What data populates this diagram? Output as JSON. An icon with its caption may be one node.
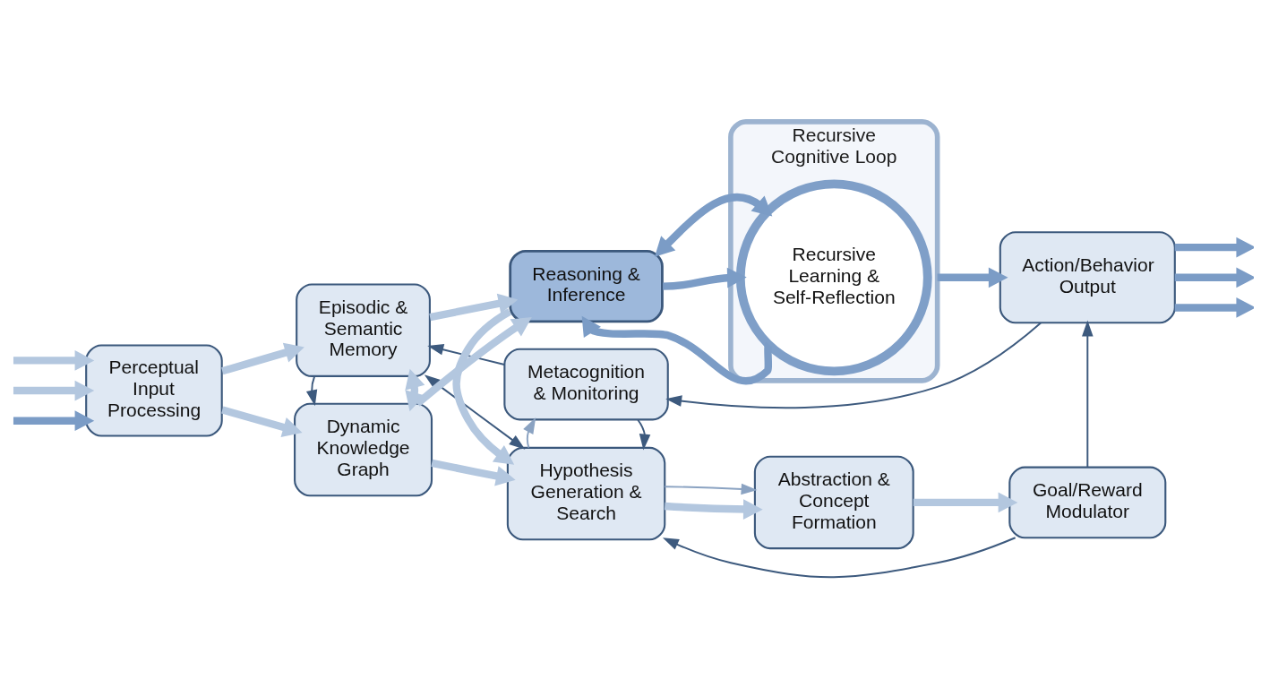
{
  "diagram": {
    "nodes": [
      {
        "text": [
          "Metacognition & Monitoring"
        ]
      },
      {
        "text": [
          "Episodic & Semantic Memory"
        ]
      },
      {
        "text": [
          "Recursive Cognitive Loop"
        ]
      },
      {
        "text": [
          "Perceptual Input Processing"
        ]
      },
      {
        "text": [
          "Reasoning & Inference"
        ]
      },
      {
        "text": [
          "Recursive Learning & Self-Reflection"
        ],
        "in": 2
      },
      {
        "text": [
          "Action/Behavior Output"
        ]
      },
      {
        "text": [
          "Dynamic Knowledge Graph"
        ]
      },
      {
        "text": [
          "Hypothesis Generation & Search"
        ]
      },
      {
        "text": [
          "Abstraction & Concept Formation"
        ]
      },
      {
        "text": [
          "Goal/Reward Modulator"
        ]
      }
    ],
    "edges": [
      {
        "from": null,
        "to": 3,
        "arrow": "to"
      },
      {
        "from": null,
        "to": 3,
        "arrow": "to"
      },
      {
        "from": null,
        "to": 3,
        "arrow": "to",
        "color": "#7b9cc6"
      },
      {
        "from": 3,
        "to": 1,
        "arrow": "to"
      },
      {
        "from": 3,
        "to": 7,
        "arrow": "to"
      },
      {
        "from": 0,
        "to": 1,
        "arrow": "to",
        "color": "#3d5a7e"
      },
      {
        "from": 1,
        "to": 7,
        "arrow": "both"
      },
      {
        "from": 1,
        "to": 4,
        "arrow": "to"
      },
      {
        "from": 7,
        "to": 4,
        "arrow": "to"
      },
      {
        "from": 1,
        "to": 7,
        "arrow": "to",
        "color": "#3d5a7e"
      },
      {
        "from": 1,
        "to": 8,
        "arrow": "both",
        "color": "#3d5a7e"
      },
      {
        "from": 4,
        "to": 5,
        "arrow": "to",
        "color": "#7b9cc6"
      },
      {
        "from": 4,
        "to": 5,
        "arrow": "both",
        "color": "#7b9cc6"
      },
      {
        "from": 5,
        "to": 4,
        "arrow": "to",
        "color": "#7b9cc6"
      },
      {
        "from": 2,
        "to": 6,
        "arrow": "to",
        "color": "#7b9cc6"
      },
      {
        "from": 4,
        "to": 8,
        "arrow": "to"
      },
      {
        "from": 7,
        "to": 8,
        "arrow": "to"
      },
      {
        "from": 8,
        "to": 9,
        "arrow": "to"
      },
      {
        "from": 9,
        "to": 10,
        "arrow": "to"
      },
      {
        "from": 10,
        "to": 6,
        "arrow": "to",
        "color": "#3d5a7e"
      },
      {
        "from": 6,
        "to": 0,
        "arrow": "to",
        "color": "#3d5a7e"
      },
      {
        "from": 0,
        "to": 8,
        "arrow": "to",
        "color": "#3d5a7e"
      },
      {
        "from": 10,
        "to": 8,
        "arrow": "to",
        "color": "#3d5a7e"
      },
      {
        "from": 8,
        "to": 0,
        "arrow": "to",
        "color": "#8ba3c2"
      },
      {
        "from": 8,
        "to": 9,
        "arrow": "to",
        "color": "#8ba3c2"
      },
      {
        "from": 6,
        "to": null,
        "arrow": "to",
        "color": "#7b9cc6"
      },
      {
        "from": 6,
        "to": null,
        "arrow": "to",
        "color": "#7b9cc6"
      },
      {
        "from": 6,
        "to": null,
        "arrow": "to",
        "color": "#7b9cc6"
      }
    ]
  }
}
